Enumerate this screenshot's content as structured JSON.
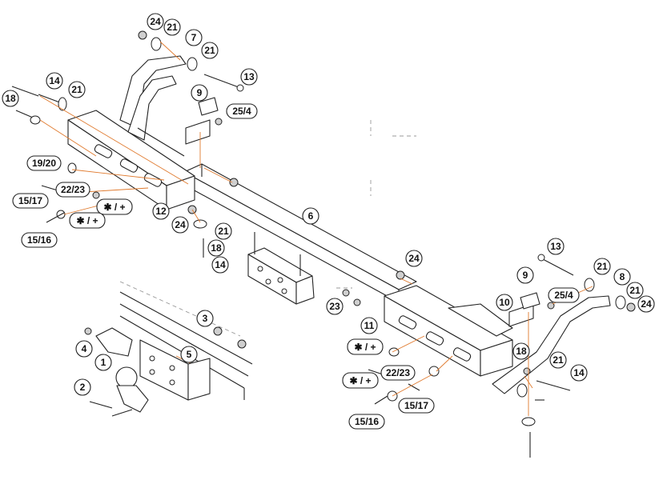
{
  "labels": {
    "l24a": "24",
    "l21a": "21",
    "l7": "7",
    "l21b": "21",
    "l13a": "13",
    "l14a": "14",
    "l21c": "21",
    "l18a": "18",
    "l9a": "9",
    "l254a": "25/4",
    "l1920": "19/20",
    "l2223a": "22/23",
    "l1517a": "15/17",
    "lstar_a": "✱ / +",
    "lstar_b": "✱ / +",
    "l1516a": "15/16",
    "l12": "12",
    "l24b": "24",
    "l6": "6",
    "l21d": "21",
    "l18b": "18",
    "l14b": "14",
    "l24c": "24",
    "l13b": "13",
    "l21e": "21",
    "l9b": "9",
    "l8": "8",
    "l254b": "25/4",
    "l21f": "21",
    "l24d": "24",
    "l10": "10",
    "l23": "23",
    "l11": "11",
    "l3": "3",
    "l4": "4",
    "l5": "5",
    "l1": "1",
    "l2": "2",
    "lstar_c": "✱ / +",
    "lstar_d": "✱ / +",
    "l2223b": "22/23",
    "l18c": "18",
    "l21g": "21",
    "l14c": "14",
    "l1517b": "15/17",
    "l1516b": "15/16"
  }
}
